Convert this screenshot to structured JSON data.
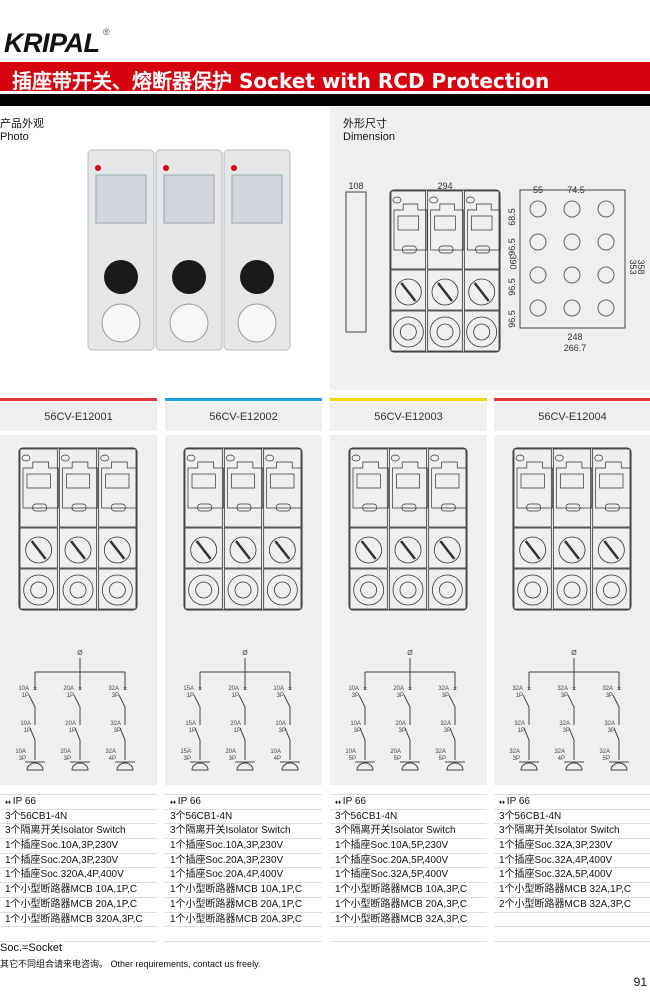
{
  "brand": {
    "logo": "KRIPAL",
    "reg": "®"
  },
  "title": "插座带开关、熔断器保护  Socket with RCD Protection",
  "photo": {
    "cn": "产品外观",
    "en": "Photo"
  },
  "dimension": {
    "cn": "外形尺寸",
    "en": "Dimension",
    "values": [
      "108",
      "294",
      "390",
      "55",
      "74.5",
      "68.5",
      "96.5",
      "96.5",
      "96.5",
      "353",
      "358",
      "248",
      "266.7"
    ]
  },
  "colors": {
    "red": "#d7000f",
    "blue": "#1e9fe0",
    "yellow": "#f2d600",
    "panel": "#efefef"
  },
  "products": [
    {
      "model": "56CV-E12001",
      "accent": "#e2343c",
      "mcb": [
        [
          "10A",
          "1P"
        ],
        [
          "20A",
          "1P"
        ],
        [
          "32A",
          "3P"
        ]
      ],
      "rcd": [
        [
          "10A",
          "1P"
        ],
        [
          "20A",
          "1P"
        ],
        [
          "32A",
          "3P"
        ]
      ],
      "socket": [
        [
          "10A",
          "3P"
        ],
        [
          "20A",
          "3P"
        ],
        [
          "32A",
          "4P"
        ]
      ],
      "specs": [
        "IP 66",
        "3个56CB1-4N",
        "3个隔离开关Isolator Switch",
        "1个插座Soc.10A,3P,230V",
        "1个插座Soc.20A,3P,230V",
        "1个插座Soc.320A,4P,400V",
        "1个小型断路器MCB 10A,1P,C",
        "1个小型断路器MCB 20A,1P,C",
        "1个小型断路器MCB 320A,3P,C"
      ]
    },
    {
      "model": "56CV-E12002",
      "accent": "#1e9fe0",
      "mcb": [
        [
          "15A",
          "1P"
        ],
        [
          "20A",
          "1P"
        ],
        [
          "10A",
          "3P"
        ]
      ],
      "rcd": [
        [
          "15A",
          "1P"
        ],
        [
          "20A",
          "1P"
        ],
        [
          "10A",
          "3P"
        ]
      ],
      "socket": [
        [
          "15A",
          "3P"
        ],
        [
          "20A",
          "3P"
        ],
        [
          "10A",
          "4P"
        ]
      ],
      "specs": [
        "IP 66",
        "3个56CB1-4N",
        "3个隔离开关Isolator Switch",
        "1个插座Soc.10A,3P,230V",
        "1个插座Soc.20A,3P,230V",
        "1个插座Soc.20A,4P,400V",
        "1个小型断路器MCB 10A,1P,C",
        "1个小型断路器MCB 20A,1P,C",
        "1个小型断路器MCB 20A,3P,C"
      ]
    },
    {
      "model": "56CV-E12003",
      "accent": "#f2d600",
      "mcb": [
        [
          "10A",
          "3P"
        ],
        [
          "20A",
          "3P"
        ],
        [
          "32A",
          "3P"
        ]
      ],
      "rcd": [
        [
          "10A",
          "3P"
        ],
        [
          "20A",
          "3P"
        ],
        [
          "32A",
          "3P"
        ]
      ],
      "socket": [
        [
          "10A",
          "5P"
        ],
        [
          "20A",
          "5P"
        ],
        [
          "32A",
          "5P"
        ]
      ],
      "specs": [
        "IP 66",
        "3个56CB1-4N",
        "3个隔离开关Isolator Switch",
        "1个插座Soc.10A,5P,230V",
        "1个插座Soc.20A,5P,400V",
        "1个插座Soc.32A,5P,400V",
        "1个小型断路器MCB 10A,3P,C",
        "1个小型断路器MCB 20A,3P,C",
        "1个小型断路器MCB 32A,3P,C"
      ]
    },
    {
      "model": "56CV-E12004",
      "accent": "#e2343c",
      "mcb": [
        [
          "32A",
          "1P"
        ],
        [
          "32A",
          "3P"
        ],
        [
          "32A",
          "3P"
        ]
      ],
      "rcd": [
        [
          "32A",
          "1P"
        ],
        [
          "32A",
          "3P"
        ],
        [
          "32A",
          "3P"
        ]
      ],
      "socket": [
        [
          "32A",
          "3P"
        ],
        [
          "32A",
          "4P"
        ],
        [
          "32A",
          "5P"
        ]
      ],
      "specs": [
        "IP 66",
        "3个56CB1-4N",
        "3个隔离开关Isolator Switch",
        "1个插座Soc.32A,3P,230V",
        "1个插座Soc.32A,4P,400V",
        "1个插座Soc.32A,5P,400V",
        "1个小型断路器MCB 32A,1P,C",
        "2个小型断路器MCB 32A,3P,C"
      ]
    }
  ],
  "schematic_top": "Ø",
  "footer": {
    "note": "Soc.=Socket",
    "contact": "其它不同组合请来电咨询。  Other requirements, contact us freely."
  },
  "page_number": "91"
}
